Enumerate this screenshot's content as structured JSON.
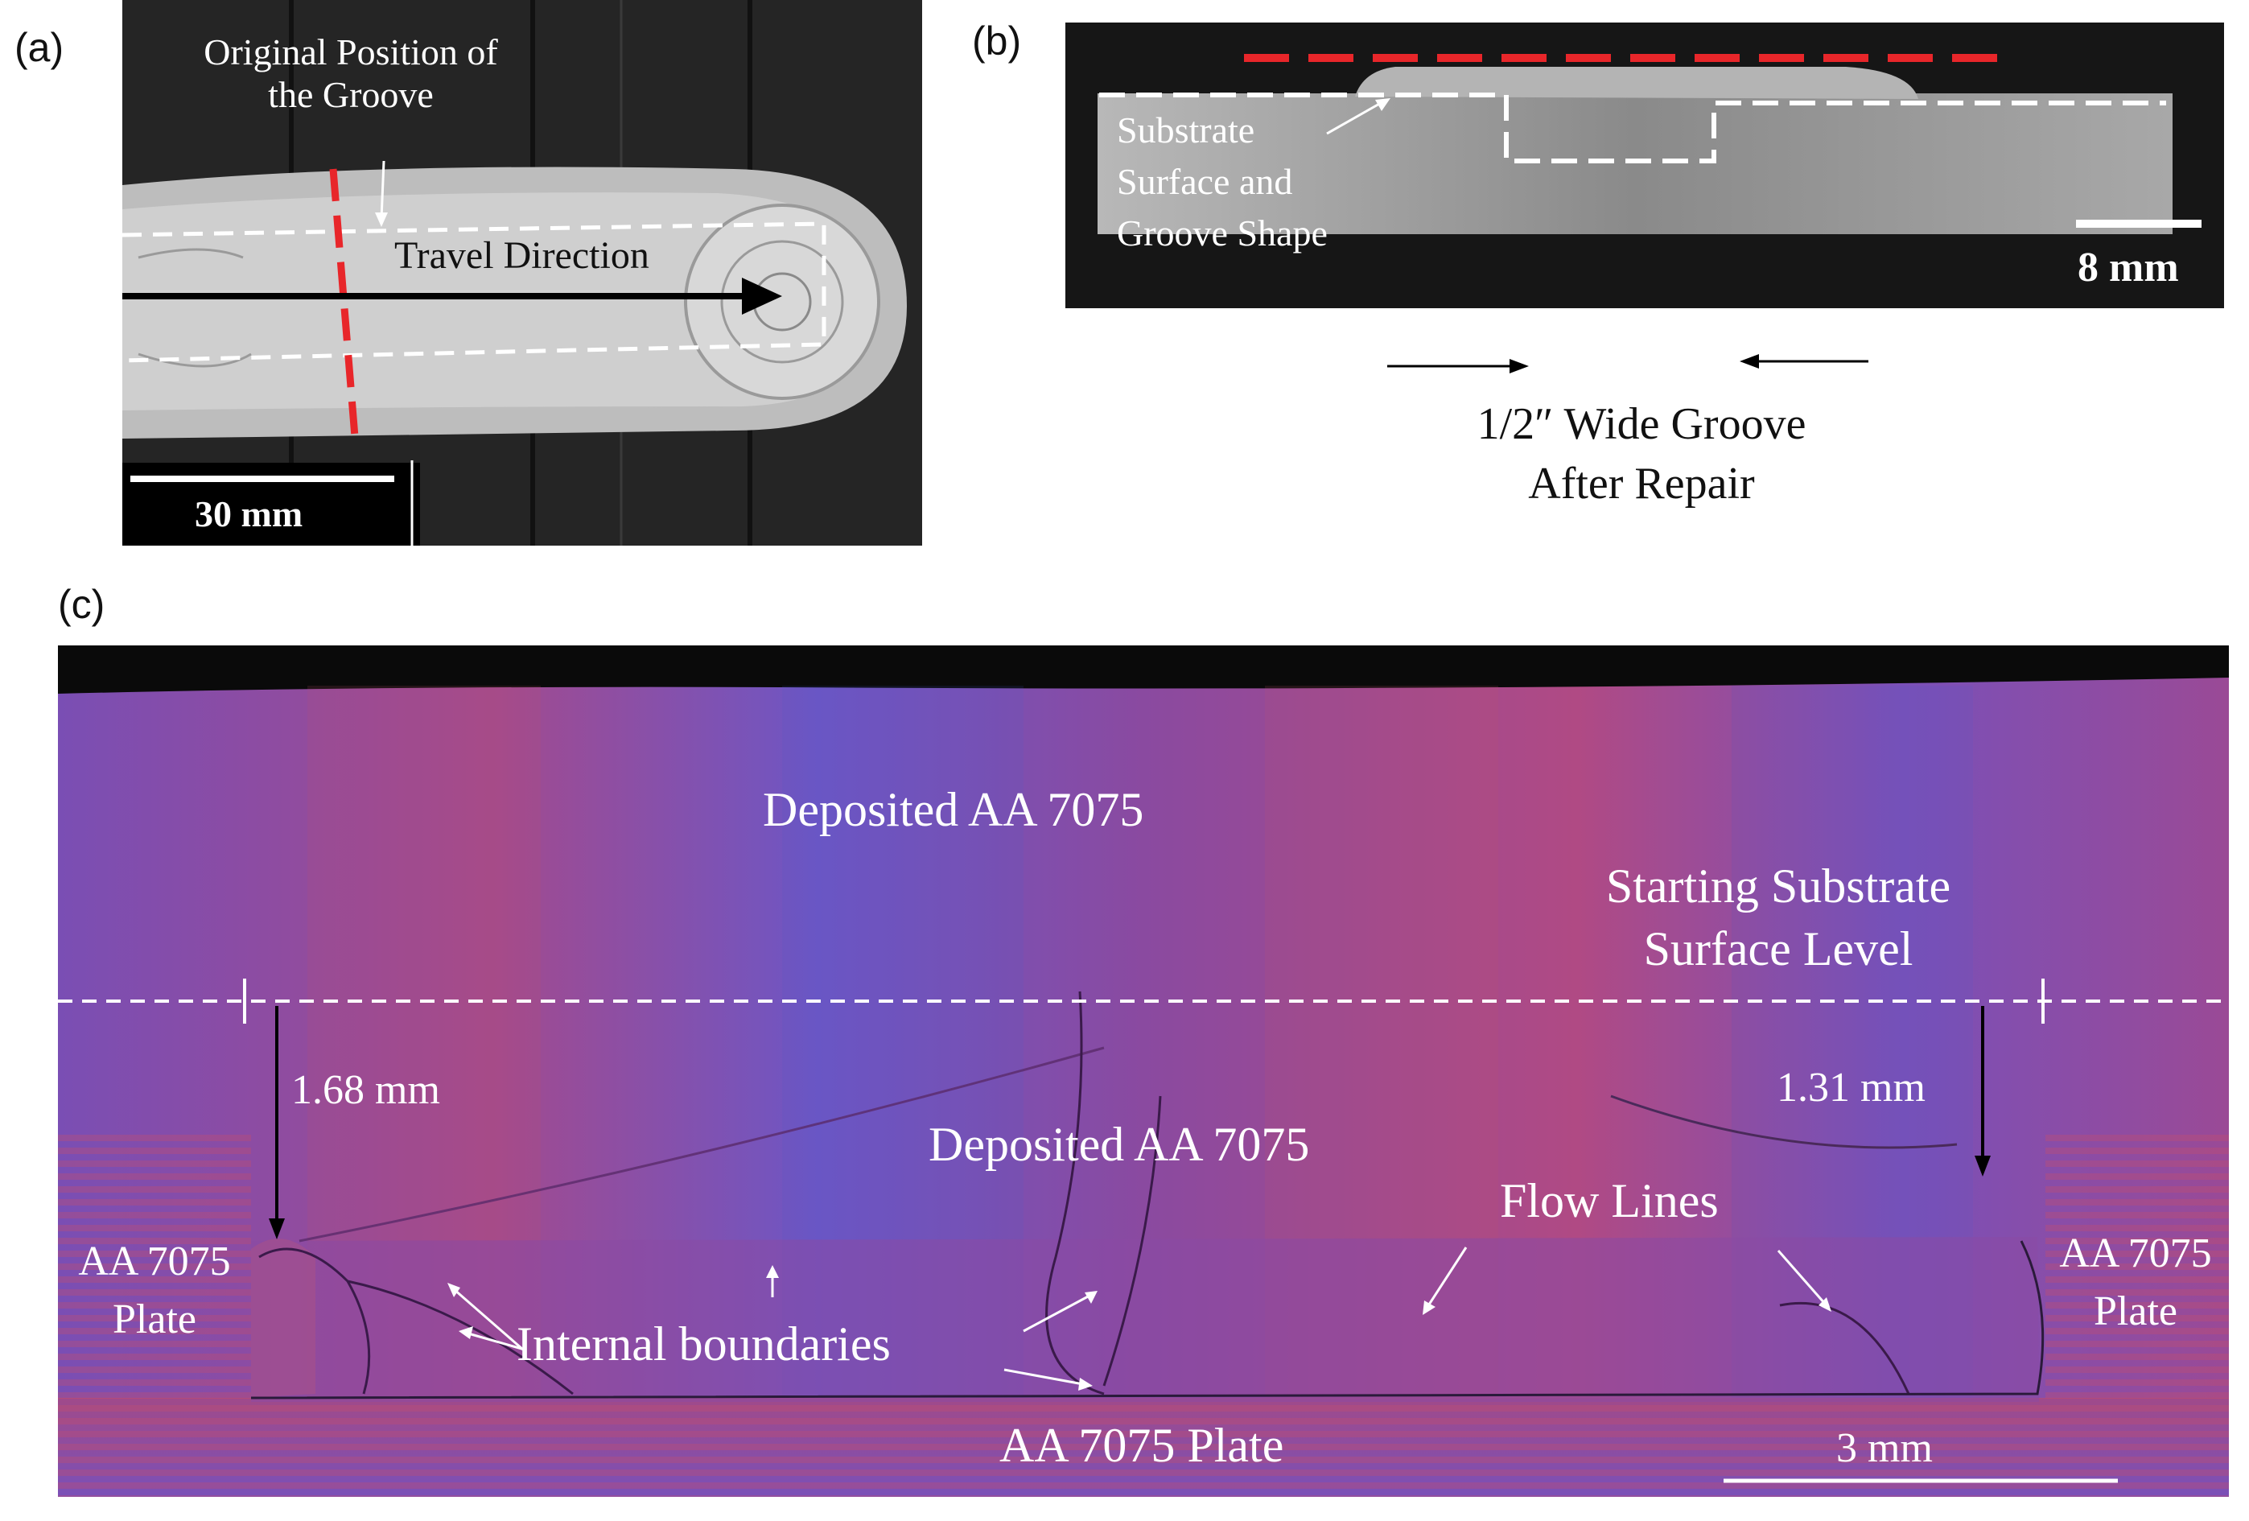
{
  "panels": {
    "a": {
      "letter": "(a)",
      "caption_groove": [
        "Original Position of",
        "the Groove"
      ],
      "travel_direction": "Travel Direction",
      "scale_bar": "30 mm"
    },
    "b": {
      "letter": "(b)",
      "substrate_label": [
        "Substrate",
        "Surface and",
        "Groove Shape"
      ],
      "scale_bar": "8 mm",
      "groove_caption": [
        "1/2″ Wide Groove",
        "After Repair"
      ]
    },
    "c": {
      "letter": "(c)",
      "deposited_top": "Deposited  AA 7075",
      "starting_surface": [
        "Starting Substrate",
        "Surface Level"
      ],
      "depth_left": "1.68 mm",
      "depth_right": "1.31 mm",
      "deposited_mid": "Deposited  AA 7075",
      "flow_lines": "Flow Lines",
      "plate_left": [
        "AA 7075",
        "Plate"
      ],
      "plate_right": [
        "AA 7075",
        "Plate"
      ],
      "internal_boundaries": "Internal boundaries",
      "plate_bottom": "AA 7075 Plate",
      "scale_bar": "3 mm"
    }
  },
  "colors": {
    "red_marker": "#e8262a",
    "dashed_white": "#ffffff",
    "micro_blue": "#5a4fc8",
    "micro_red": "#c8425e"
  }
}
